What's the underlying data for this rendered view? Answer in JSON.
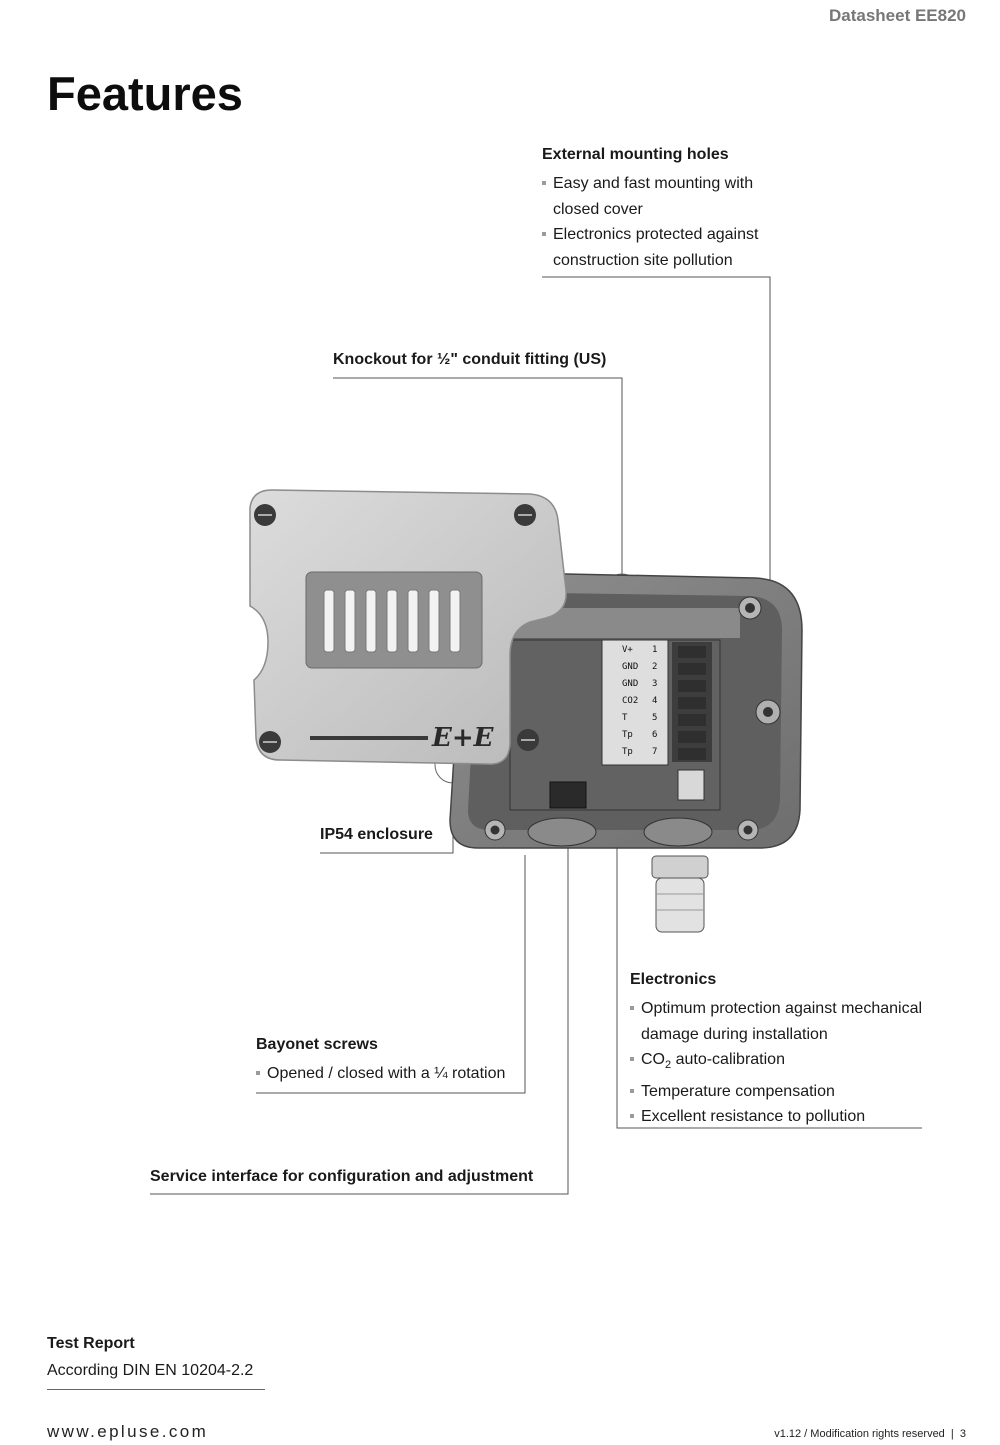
{
  "header": {
    "doc_title": "Datasheet EE820"
  },
  "page_title": "Features",
  "callouts": {
    "mounting": {
      "title": "External mounting holes",
      "bullets": [
        "Easy and fast mounting with",
        "closed cover",
        "Electronics protected against",
        "construction site pollution"
      ]
    },
    "knockout": {
      "title": "Knockout for ½\" conduit fitting (US)"
    },
    "enclosure": {
      "title": "IP54 enclosure"
    },
    "electronics": {
      "title": "Electronics",
      "bullet_1a": "Optimum protection against mechanical",
      "bullet_1b": "damage during installation",
      "bullet_2_prefix": "CO",
      "bullet_2_sub": "2",
      "bullet_2_suffix": " auto-calibration",
      "bullet_3": "Temperature compensation",
      "bullet_4": "Excellent resistance to pollution"
    },
    "bayonet": {
      "title": "Bayonet screws",
      "bullet_1": "Opened / closed with a ¼ rotation"
    },
    "service": {
      "title": "Service interface for configuration and adjustment"
    }
  },
  "product_image": {
    "logo_text": "E+E",
    "terminal_numbers": [
      "1",
      "2",
      "3",
      "4",
      "5",
      "6",
      "7"
    ],
    "terminal_labels": [
      "V+",
      "GND",
      "GND",
      "CO2",
      "T",
      "Tp",
      "Tp"
    ]
  },
  "test_report": {
    "title": "Test Report",
    "text": "According DIN EN 10204-2.2"
  },
  "footer": {
    "url": "www.epluse.com",
    "version": "v1.12 / Modification rights reserved  |  3"
  }
}
